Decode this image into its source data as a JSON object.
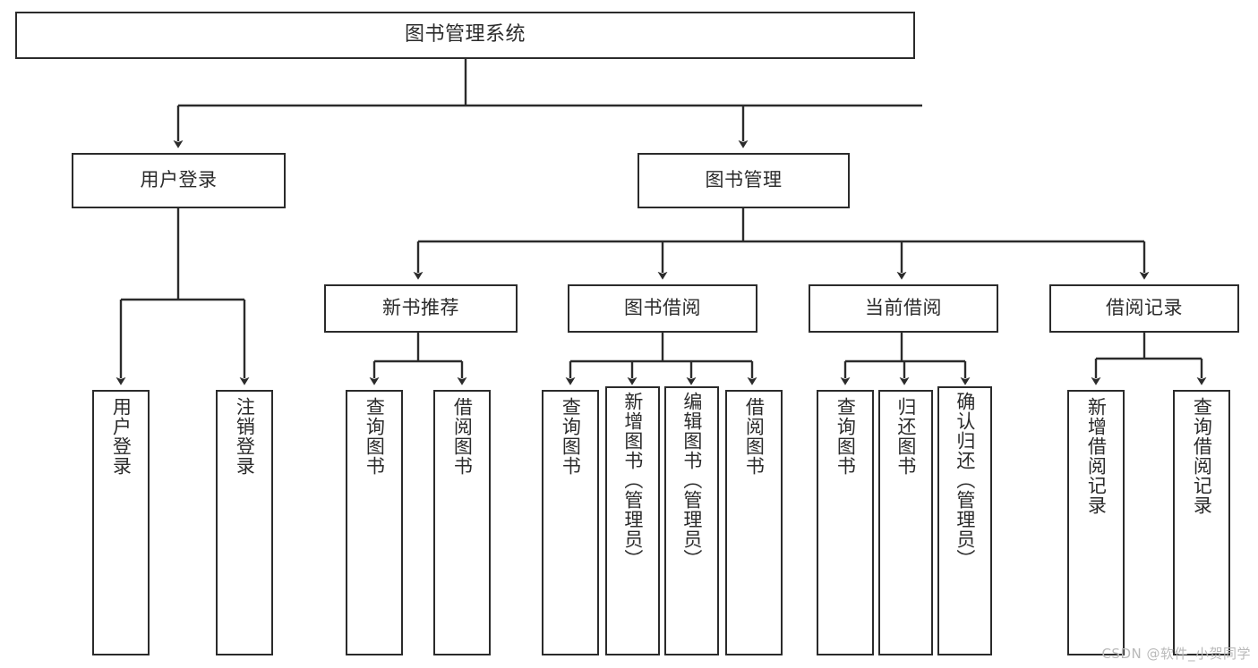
{
  "diagram": {
    "title": "图书管理系统",
    "type": "function-tree",
    "root": {
      "label": "图书管理系统"
    },
    "level2": [
      {
        "label": "用户登录"
      },
      {
        "label": "图书管理"
      }
    ],
    "level3": [
      {
        "label": "新书推荐"
      },
      {
        "label": "图书借阅"
      },
      {
        "label": "当前借阅"
      },
      {
        "label": "借阅记录"
      }
    ],
    "leaves": {
      "user_login": [
        {
          "label": "用户登录"
        },
        {
          "label": "注销登录"
        }
      ],
      "new_book_recommend": [
        {
          "label": "查询图书"
        },
        {
          "label": "借阅图书"
        }
      ],
      "book_borrow": [
        {
          "label": "查询图书"
        },
        {
          "label": "新增图书（管理员）"
        },
        {
          "label": "编辑图书（管理员）"
        },
        {
          "label": "借阅图书"
        }
      ],
      "current_borrow": [
        {
          "label": "查询图书"
        },
        {
          "label": "归还图书"
        },
        {
          "label": "确认归还（管理员）"
        }
      ],
      "borrow_record": [
        {
          "label": "新增借阅记录"
        },
        {
          "label": "查询借阅记录"
        }
      ]
    }
  },
  "watermark": {
    "text": "CSDN @软件_小贺同学"
  },
  "colors": {
    "stroke": "#2b2b2b",
    "fill": "#ffffff",
    "text": "#2b2b2b",
    "watermark": "#b9b9b9"
  }
}
